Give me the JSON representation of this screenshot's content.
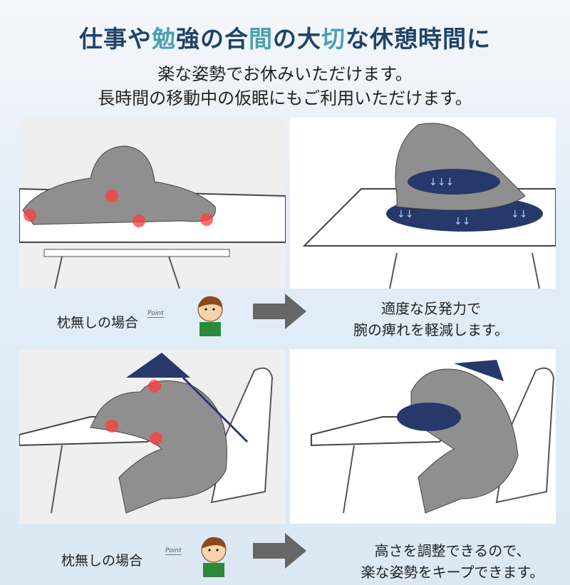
{
  "title": {
    "p1": "仕事や",
    "p2": "勉",
    "p3": "強の合",
    "p4": "間",
    "p5": "の大",
    "p6": "切",
    "p7": "な休憩時間に"
  },
  "subtitle_lines": [
    "楽な姿勢でお休みいただけます。",
    "長時間の移動中の仮眠にもご利用いただけます。"
  ],
  "rows": [
    {
      "left_caption": "枕無しの場合",
      "point_label": "Point",
      "right_caption": [
        "適度な反発力で",
        "腕の痺れを軽減します。"
      ]
    },
    {
      "left_caption": "枕無しの場合",
      "point_label": "Point",
      "right_caption": [
        "高さを調整できるので、",
        "楽な姿勢をキープできます。"
      ]
    }
  ],
  "colors": {
    "title": "#1f4466",
    "accent": "#4aa0b0",
    "pillow": "#27386a",
    "pain": "#e53935"
  }
}
